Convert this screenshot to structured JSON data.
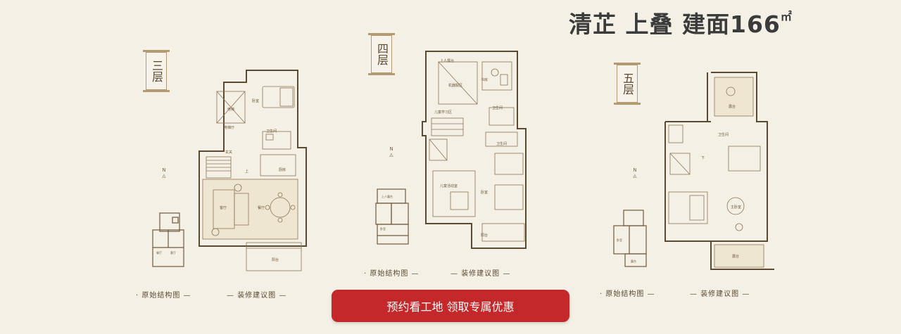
{
  "title": {
    "main": "清芷 上叠 建面166",
    "unit_sup": "㎡"
  },
  "floors": [
    {
      "label": "三层",
      "caption_original": "原始结构图",
      "caption_design": "装修建议图",
      "rooms": [
        "电梯厅",
        "卧室",
        "卫生间",
        "玄关",
        "厨房",
        "餐厅",
        "客厅",
        "阳台"
      ]
    },
    {
      "label": "四层",
      "caption_original": "原始结构图",
      "caption_design": "装修建议图",
      "rooms": [
        "上人露台",
        "机器服区",
        "书房",
        "儿童学习区",
        "卫生间",
        "卫生间",
        "儿童活动室",
        "卧室",
        "阳台"
      ]
    },
    {
      "label": "五层",
      "caption_original": "原始结构图",
      "caption_design": "装修建议图",
      "rooms": [
        "露台",
        "卫生间",
        "主卧室",
        "露台"
      ]
    }
  ],
  "cta": {
    "label": "预约看工地 领取专属优惠"
  },
  "north_label": "N"
}
